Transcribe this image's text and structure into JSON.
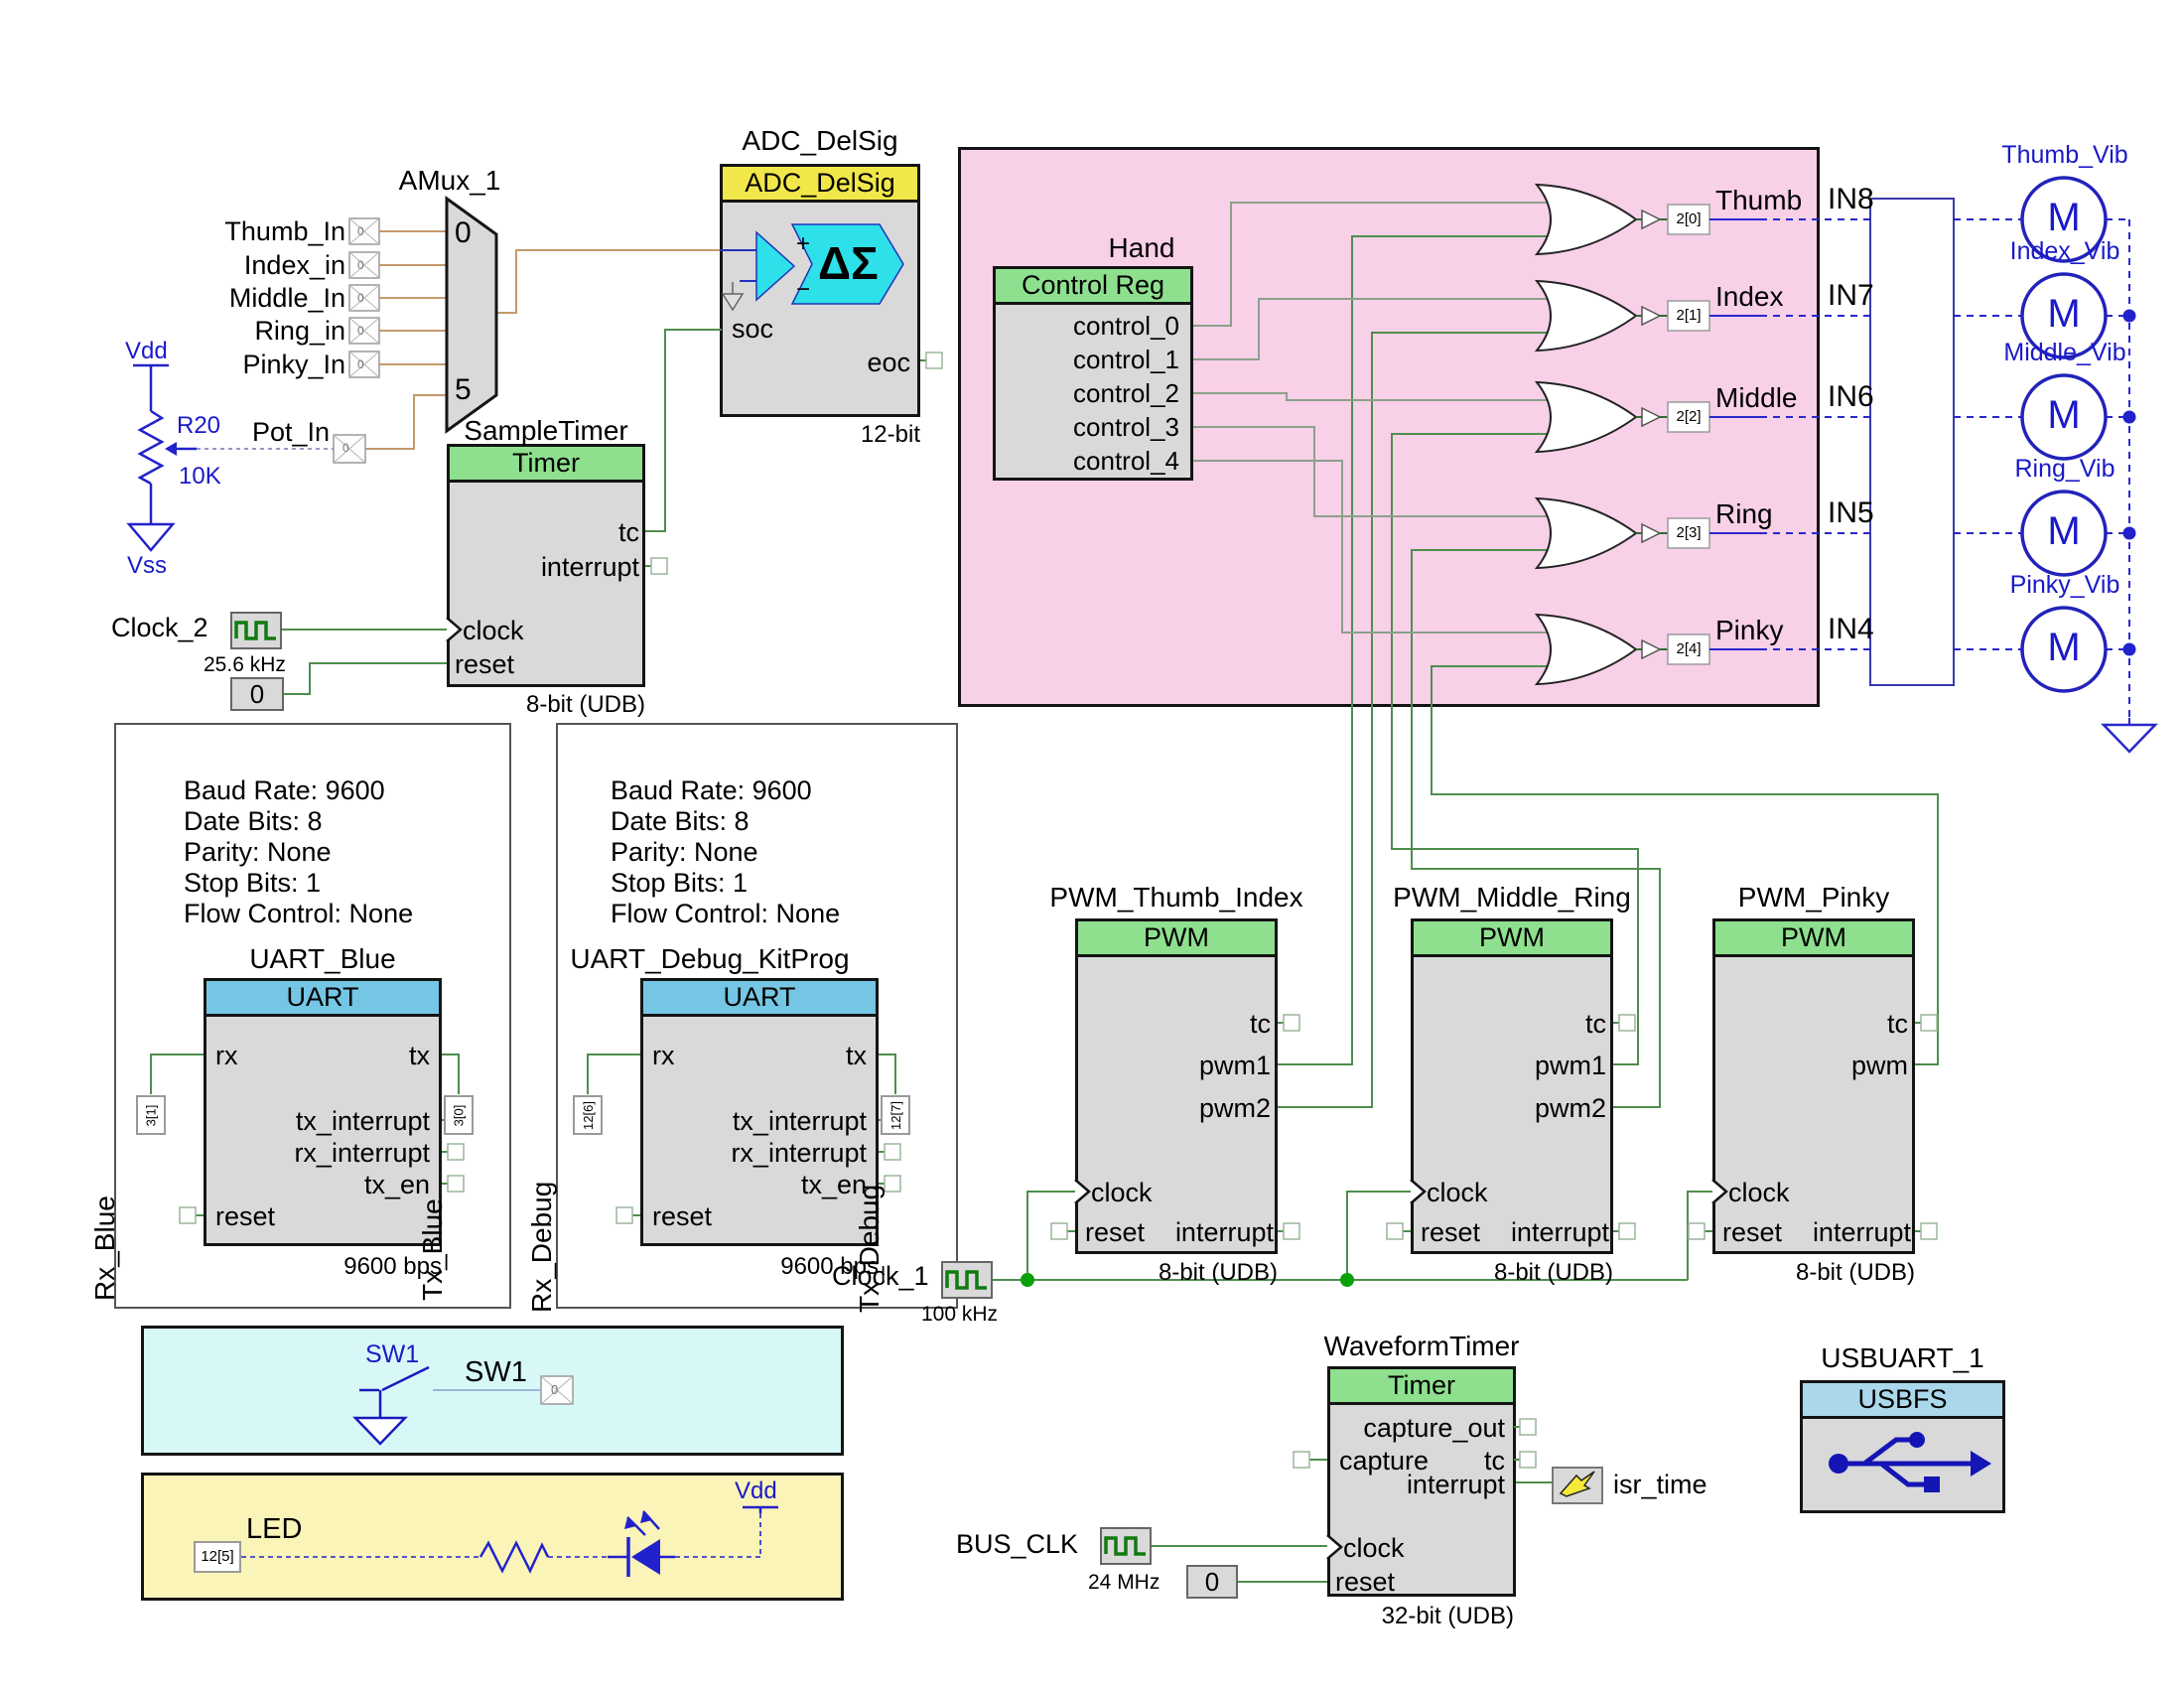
{
  "terminal_zero": "0",
  "mux": {
    "title": "AMux_1",
    "sel_top": "0",
    "sel_bottom": "5",
    "inputs": [
      "Thumb_In",
      "Index_in",
      "Middle_In",
      "Ring_in",
      "Pinky_In"
    ],
    "pot_label": "Pot_In"
  },
  "pot": {
    "vdd": "Vdd",
    "name": "R20",
    "value": "10K",
    "vss": "Vss"
  },
  "adc": {
    "title": "ADC_DelSig",
    "header": "ADC_DelSig",
    "soc": "soc",
    "eoc": "eoc",
    "bits": "12-bit",
    "sigma": "ΔΣ",
    "plus": "+",
    "minus": "−"
  },
  "sample_timer": {
    "title": "SampleTimer",
    "header": "Timer",
    "tc": "tc",
    "interrupt": "interrupt",
    "clock": "clock",
    "reset": "reset",
    "bits": "8-bit (UDB)"
  },
  "clock2": {
    "name": "Clock_2",
    "freq": "25.6 kHz",
    "const": "0"
  },
  "clock1": {
    "name": "Clock_1",
    "freq": "100 kHz"
  },
  "bus_clk": {
    "name": "BUS_CLK",
    "freq": "24 MHz",
    "const": "0"
  },
  "hand": {
    "title": "Hand",
    "header": "Control Reg",
    "motor": "M",
    "controls": [
      "control_0",
      "control_1",
      "control_2",
      "control_3",
      "control_4"
    ],
    "fingers": [
      {
        "label": "Thumb",
        "pin": "2[0]",
        "in": "IN8",
        "vib": "Thumb_Vib"
      },
      {
        "label": "Index",
        "pin": "2[1]",
        "in": "IN7",
        "vib": "Index_Vib"
      },
      {
        "label": "Middle",
        "pin": "2[2]",
        "in": "IN6",
        "vib": "Middle_Vib"
      },
      {
        "label": "Ring",
        "pin": "2[3]",
        "in": "IN5",
        "vib": "Ring_Vib"
      },
      {
        "label": "Pinky",
        "pin": "2[4]",
        "in": "IN4",
        "vib": "Pinky_Vib"
      }
    ]
  },
  "uart_blue": {
    "title": "UART_Blue",
    "header": "UART",
    "config": [
      "Baud Rate: 9600",
      "Date Bits: 8",
      "Parity: None",
      "Stop Bits: 1",
      "Flow Control: None"
    ],
    "rx": "rx",
    "tx": "tx",
    "tx_interrupt": "tx_interrupt",
    "rx_interrupt": "rx_interrupt",
    "tx_en": "tx_en",
    "reset": "reset",
    "footer": "9600 bps",
    "rx_pin": "3[1]",
    "tx_pin": "3[0]",
    "rx_name": "Rx_Blue",
    "tx_name": "Tx_Blue"
  },
  "uart_debug": {
    "title": "UART_Debug_KitProg",
    "header": "UART",
    "config": [
      "Baud Rate: 9600",
      "Date Bits: 8",
      "Parity: None",
      "Stop Bits: 1",
      "Flow Control: None"
    ],
    "rx": "rx",
    "tx": "tx",
    "tx_interrupt": "tx_interrupt",
    "rx_interrupt": "rx_interrupt",
    "tx_en": "tx_en",
    "reset": "reset",
    "footer": "9600 bps",
    "rx_pin": "12[6]",
    "tx_pin": "12[7]",
    "rx_name": "Rx_Debug",
    "tx_name": "Tx_Debug"
  },
  "pwm_a": {
    "title": "PWM_Thumb_Index",
    "header": "PWM",
    "tc": "tc",
    "pwm1": "pwm1",
    "pwm2": "pwm2",
    "clock": "clock",
    "reset": "reset",
    "interrupt": "interrupt",
    "bits": "8-bit (UDB)"
  },
  "pwm_b": {
    "title": "PWM_Middle_Ring",
    "header": "PWM",
    "tc": "tc",
    "pwm1": "pwm1",
    "pwm2": "pwm2",
    "clock": "clock",
    "reset": "reset",
    "interrupt": "interrupt",
    "bits": "8-bit (UDB)"
  },
  "pwm_c": {
    "title": "PWM_Pinky",
    "header": "PWM",
    "tc": "tc",
    "pwm": "pwm",
    "clock": "clock",
    "reset": "reset",
    "interrupt": "interrupt",
    "bits": "8-bit (UDB)"
  },
  "wave": {
    "title": "WaveformTimer",
    "header": "Timer",
    "capture_out": "capture_out",
    "capture": "capture",
    "tc": "tc",
    "interrupt": "interrupt",
    "clock": "clock",
    "reset": "reset",
    "bits": "32-bit (UDB)",
    "isr": "isr_time"
  },
  "usb": {
    "title": "USBUART_1",
    "header": "USBFS"
  },
  "sw": {
    "label_blue": "SW1",
    "label_black": "SW1",
    "pin": "0"
  },
  "led": {
    "label": "LED",
    "pin": "12[5]",
    "vdd": "Vdd"
  }
}
